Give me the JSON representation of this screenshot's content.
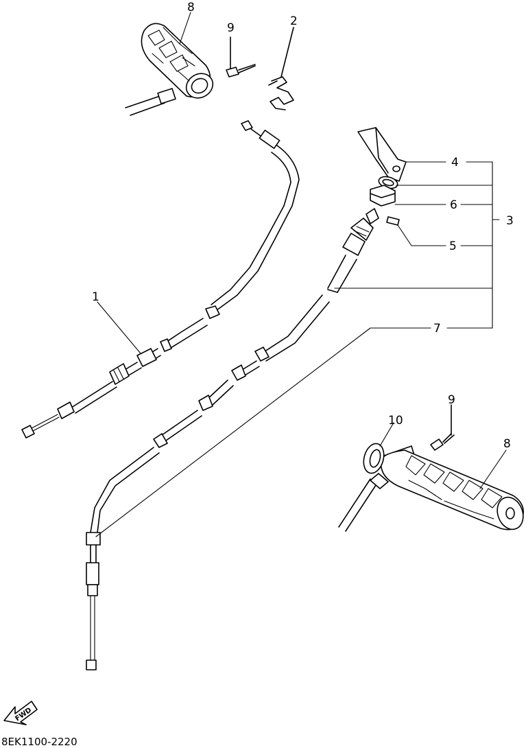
{
  "diagram": {
    "callouts": {
      "c1": "1",
      "c2": "2",
      "c3": "3",
      "c4": "4",
      "c5": "5",
      "c6": "6",
      "c7": "7",
      "c8_top": "8",
      "c8_bottom": "8",
      "c9_top": "9",
      "c9_bottom": "9",
      "c10": "10"
    },
    "fwd_label": "FWD",
    "drawing_code": "8EK1100-2220"
  },
  "colors": {
    "ink": "#000000",
    "background": "#ffffff"
  }
}
